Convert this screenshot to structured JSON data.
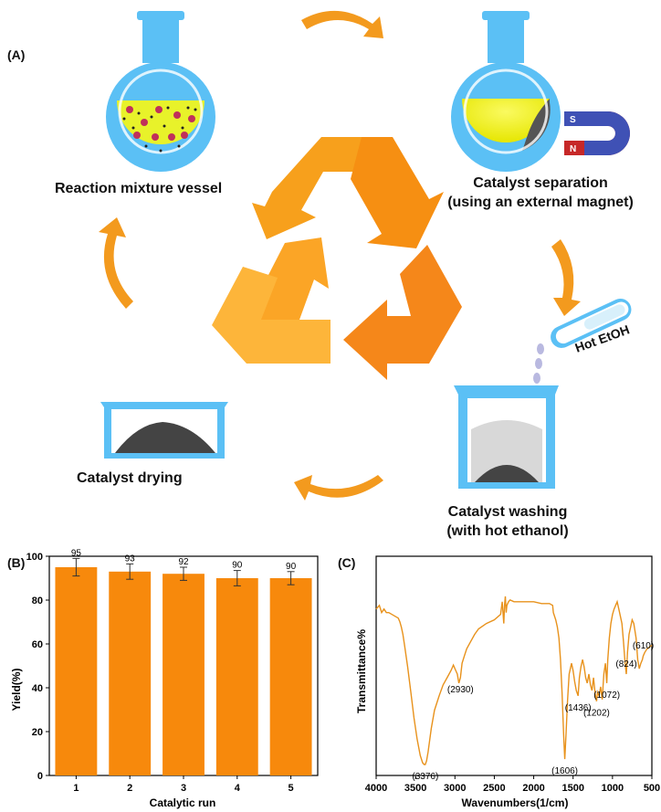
{
  "panelA": {
    "label": "(A)",
    "steps": {
      "reaction": "Reaction mixture vessel",
      "separation_line1": "Catalyst separation",
      "separation_line2": "(using an external magnet)",
      "washing_line1": "Catalyst washing",
      "washing_line2": "(with hot ethanol)",
      "drying": "Catalyst drying"
    },
    "tube_label": "Hot EtOH",
    "magnet_poles": {
      "south": "S",
      "north": "N"
    }
  },
  "panelB": {
    "label": "(B)"
  },
  "panelC": {
    "label": "(C)"
  },
  "colors": {
    "bar": "#f7890c",
    "ftir_line": "#e8921c",
    "flask": "#5bc0f5",
    "liquid": "#f2f20a",
    "arrow": "#f39a1e"
  },
  "chart_data": [
    {
      "type": "bar",
      "categories": [
        "1",
        "2",
        "3",
        "4",
        "5"
      ],
      "values": [
        95,
        93,
        92,
        90,
        90
      ],
      "data_labels": [
        "95",
        "93",
        "92",
        "90",
        "90"
      ],
      "errors": [
        4,
        3.5,
        3,
        3.5,
        3
      ],
      "xlabel": "Catalytic run",
      "ylabel": "Yield(%)",
      "ylim": [
        0,
        100
      ],
      "yticks": [
        0,
        20,
        40,
        60,
        80,
        100
      ],
      "grid": false
    },
    {
      "type": "line",
      "xlabel": "Wavenumbers(1/cm)",
      "ylabel": "Transmittance%",
      "xlim": [
        4000,
        500
      ],
      "xticks": [
        4000,
        3500,
        3000,
        2500,
        2000,
        1500,
        1000,
        500
      ],
      "grid": false,
      "y_ticks_shown": false,
      "series": [
        {
          "x": [
            4000,
            3960,
            3930,
            3900,
            3870,
            3840,
            3800,
            3760,
            3720,
            3700,
            3680,
            3660,
            3640,
            3600,
            3560,
            3520,
            3480,
            3440,
            3410,
            3390,
            3376,
            3360,
            3340,
            3300,
            3260,
            3200,
            3150,
            3100,
            3050,
            3020,
            3000,
            2970,
            2950,
            2930,
            2910,
            2880,
            2850,
            2800,
            2750,
            2700,
            2600,
            2500,
            2420,
            2400,
            2380,
            2370,
            2360,
            2350,
            2340,
            2320,
            2300,
            2250,
            2200,
            2100,
            2000,
            1900,
            1800,
            1760,
            1750,
            1720,
            1700,
            1680,
            1660,
            1640,
            1620,
            1606,
            1590,
            1570,
            1550,
            1520,
            1500,
            1480,
            1460,
            1436,
            1420,
            1400,
            1380,
            1360,
            1340,
            1320,
            1300,
            1280,
            1260,
            1240,
            1220,
            1202,
            1190,
            1170,
            1150,
            1130,
            1110,
            1090,
            1072,
            1060,
            1040,
            1020,
            1000,
            980,
            960,
            940,
            920,
            900,
            880,
            860,
            840,
            824,
            810,
            790,
            770,
            750,
            730,
            700,
            680,
            660,
            640,
            620,
            610,
            590,
            560,
            530,
            500
          ],
          "y": [
            0.88,
            0.9,
            0.86,
            0.88,
            0.86,
            0.86,
            0.85,
            0.84,
            0.83,
            0.81,
            0.78,
            0.74,
            0.68,
            0.56,
            0.42,
            0.28,
            0.16,
            0.07,
            0.03,
            0.02,
            0.02,
            0.04,
            0.09,
            0.22,
            0.32,
            0.4,
            0.46,
            0.5,
            0.54,
            0.57,
            0.55,
            0.52,
            0.47,
            0.5,
            0.58,
            0.62,
            0.66,
            0.7,
            0.74,
            0.77,
            0.8,
            0.82,
            0.85,
            0.92,
            0.8,
            0.9,
            0.95,
            0.86,
            0.9,
            0.92,
            0.93,
            0.92,
            0.92,
            0.92,
            0.92,
            0.91,
            0.91,
            0.9,
            0.86,
            0.82,
            0.78,
            0.72,
            0.6,
            0.42,
            0.18,
            0.05,
            0.18,
            0.38,
            0.52,
            0.58,
            0.54,
            0.48,
            0.43,
            0.4,
            0.5,
            0.56,
            0.6,
            0.56,
            0.5,
            0.47,
            0.52,
            0.46,
            0.43,
            0.5,
            0.41,
            0.37,
            0.42,
            0.4,
            0.45,
            0.38,
            0.52,
            0.58,
            0.47,
            0.6,
            0.72,
            0.8,
            0.85,
            0.88,
            0.9,
            0.92,
            0.88,
            0.84,
            0.8,
            0.7,
            0.58,
            0.52,
            0.64,
            0.74,
            0.78,
            0.82,
            0.8,
            0.72,
            0.6,
            0.55,
            0.58,
            0.6,
            0.62,
            0.64,
            0.66,
            0.67,
            0.68
          ]
        }
      ],
      "annotations": [
        {
          "text": "(3376)",
          "x": 3376
        },
        {
          "text": "(2930)",
          "x": 2930
        },
        {
          "text": "(1606)",
          "x": 1606
        },
        {
          "text": "(1436)",
          "x": 1436
        },
        {
          "text": "(1202)",
          "x": 1202
        },
        {
          "text": "(1072)",
          "x": 1072
        },
        {
          "text": "(824)",
          "x": 824
        },
        {
          "text": "(610)",
          "x": 610
        }
      ]
    }
  ]
}
